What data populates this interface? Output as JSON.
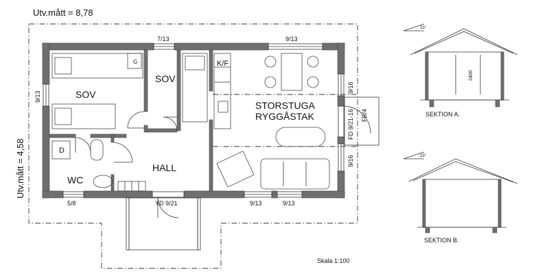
{
  "dimensions": {
    "outer_width": "Utv.mått = 8,78",
    "outer_depth": "Utv.mått = 4,58"
  },
  "rooms": {
    "sov_left": "SOV",
    "sov_mid": "SOV",
    "kf": "K/F",
    "storstuga": "STORSTUGA",
    "ryggastak": "RYGGÅSTAK",
    "hall": "HALL",
    "wc": "WC",
    "d": "D",
    "g": "G"
  },
  "openings": {
    "w_top_1": "7/13",
    "w_top_2": "9/13",
    "w_left": "9/13",
    "w_right_1": "9/16",
    "w_right_2": "9/16",
    "w_bot_1": "9/13",
    "w_bot_2": "9/13",
    "w_bot_wc": "5/8",
    "door_front": "YD 9/21",
    "door_side": "FD 9/21-16",
    "door_fb": "FB/4"
  },
  "sections": {
    "a_label": "SEKTION A.",
    "b_label": "SEKTION B.",
    "a_height": "2400",
    "a_pitch": "23°",
    "b_pitch": "23°"
  },
  "scale": "Skala 1:100"
}
